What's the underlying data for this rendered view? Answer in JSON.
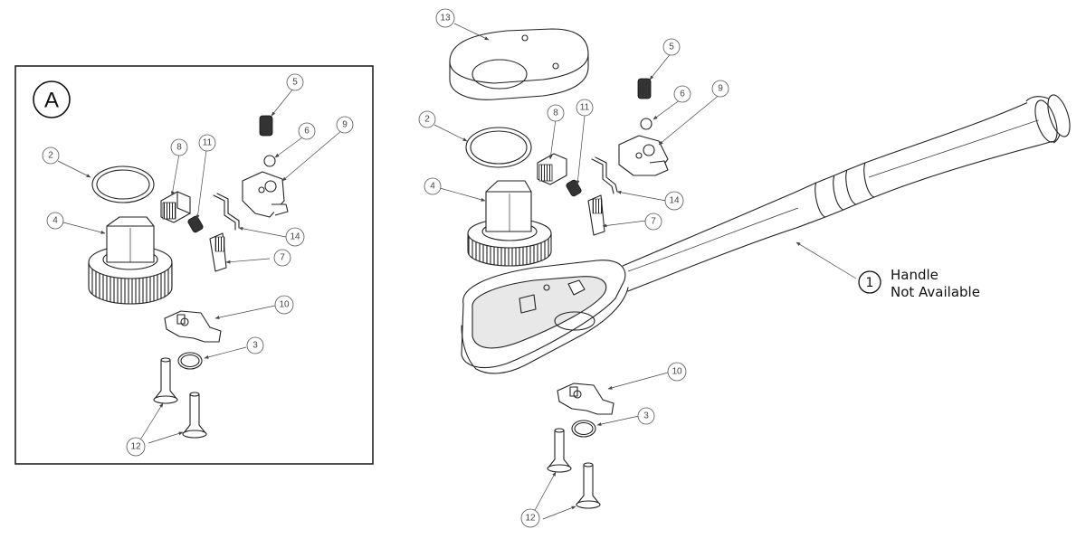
{
  "diagram": {
    "inset_label": "A",
    "handle": {
      "number": "1",
      "line1": "Handle",
      "line2": "Not Available"
    },
    "callouts": [
      "13",
      "5",
      "6",
      "9",
      "2",
      "8",
      "11",
      "4",
      "14",
      "7",
      "10",
      "3",
      "12"
    ],
    "inset_callouts": [
      "5",
      "6",
      "9",
      "2",
      "8",
      "11",
      "4",
      "14",
      "7",
      "10",
      "3",
      "12"
    ]
  }
}
